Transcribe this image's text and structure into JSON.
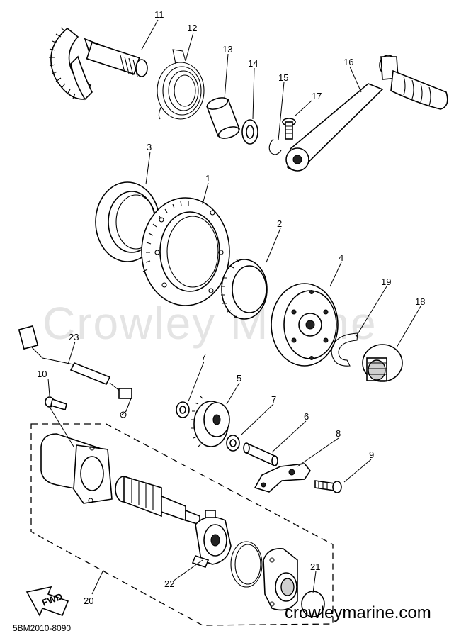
{
  "watermark": "Crowley Marine",
  "site": "crowleymarine.com",
  "diagram_code": "5BM2010-8090",
  "fwd_label": "FWD",
  "callouts": [
    {
      "id": "c11",
      "label": "11"
    },
    {
      "id": "c12",
      "label": "12"
    },
    {
      "id": "c13",
      "label": "13"
    },
    {
      "id": "c14",
      "label": "14"
    },
    {
      "id": "c15",
      "label": "15"
    },
    {
      "id": "c16",
      "label": "16"
    },
    {
      "id": "c17",
      "label": "17"
    },
    {
      "id": "c3",
      "label": "3"
    },
    {
      "id": "c1",
      "label": "1"
    },
    {
      "id": "c2",
      "label": "2"
    },
    {
      "id": "c4",
      "label": "4"
    },
    {
      "id": "c19",
      "label": "19"
    },
    {
      "id": "c18",
      "label": "18"
    },
    {
      "id": "c23",
      "label": "23"
    },
    {
      "id": "c7a",
      "label": "7"
    },
    {
      "id": "c5",
      "label": "5"
    },
    {
      "id": "c7b",
      "label": "7"
    },
    {
      "id": "c6",
      "label": "6"
    },
    {
      "id": "c10",
      "label": "10"
    },
    {
      "id": "c8",
      "label": "8"
    },
    {
      "id": "c9",
      "label": "9"
    },
    {
      "id": "c20",
      "label": "20"
    },
    {
      "id": "c22",
      "label": "22"
    },
    {
      "id": "c21",
      "label": "21"
    }
  ]
}
